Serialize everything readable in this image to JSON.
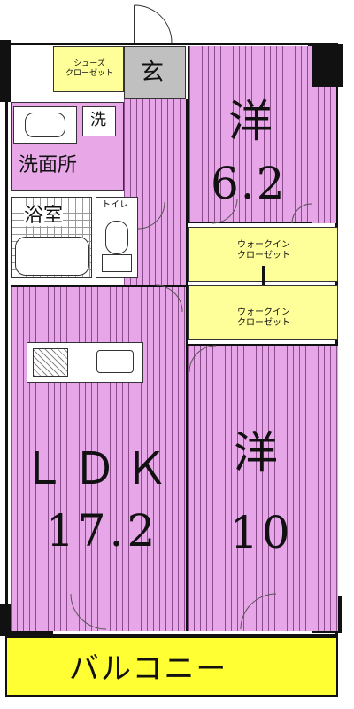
{
  "rooms": {
    "genkan": "玄",
    "shoes_closet": "シューズ\nクローゼット",
    "sen": "洗",
    "senmenjo": "洗面所",
    "yokushitsu": "浴室",
    "toilet": "トイレ",
    "you1_label": "洋",
    "you1_size": "6.2",
    "wic1": "ウォークイン\nクローゼット",
    "wic2": "ウォークイン\nクローゼット",
    "ldk_label": "ＬＤＫ",
    "ldk_size": "17.2",
    "you2_label": "洋",
    "you2_size": "10",
    "balcony": "バルコニー"
  },
  "colors": {
    "room": "#e7a6e7",
    "closet": "#ffff99",
    "balcony": "#ffff33",
    "entrance": "#c0c0c0",
    "wall": "#111111"
  }
}
